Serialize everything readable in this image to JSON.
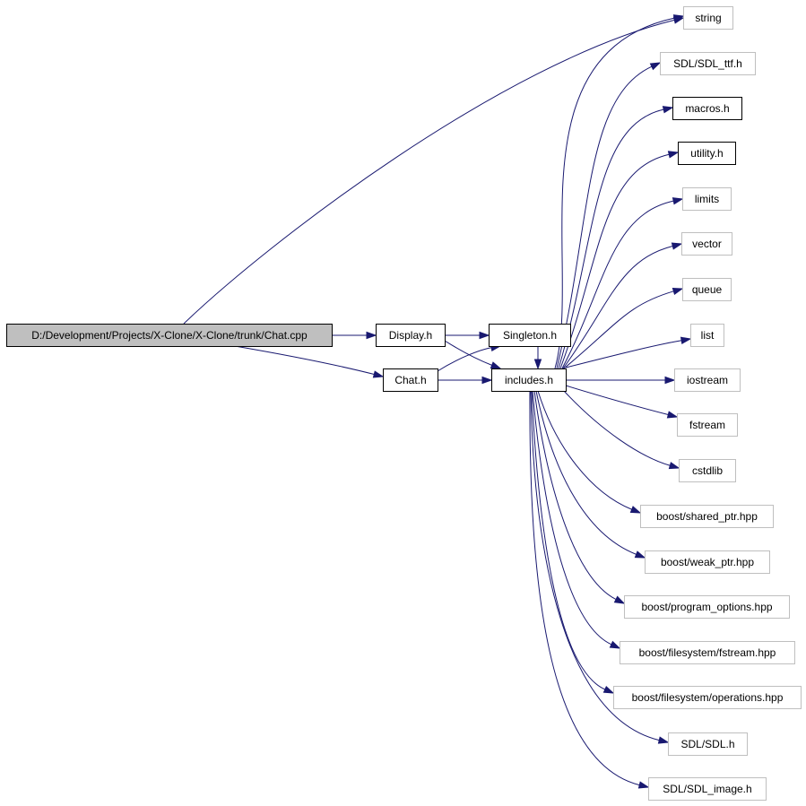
{
  "colors": {
    "edge": "#191970",
    "root_fill": "#bfbfbf",
    "documented_border": "#000000",
    "undocumented_border": "#bfbfbf",
    "text": "#000000",
    "background": "#ffffff"
  },
  "nodes": [
    {
      "id": "root",
      "label": "D:/Development/Projects/X-Clone/X-Clone/trunk/Chat.cpp",
      "kind": "root"
    },
    {
      "id": "display",
      "label": "Display.h",
      "kind": "documented"
    },
    {
      "id": "chat",
      "label": "Chat.h",
      "kind": "documented"
    },
    {
      "id": "singleton",
      "label": "Singleton.h",
      "kind": "documented"
    },
    {
      "id": "includes",
      "label": "includes.h",
      "kind": "documented"
    },
    {
      "id": "string",
      "label": "string",
      "kind": "external"
    },
    {
      "id": "sdl_ttf",
      "label": "SDL/SDL_ttf.h",
      "kind": "external"
    },
    {
      "id": "macros",
      "label": "macros.h",
      "kind": "documented"
    },
    {
      "id": "utility",
      "label": "utility.h",
      "kind": "documented"
    },
    {
      "id": "limits",
      "label": "limits",
      "kind": "external"
    },
    {
      "id": "vector",
      "label": "vector",
      "kind": "external"
    },
    {
      "id": "queue",
      "label": "queue",
      "kind": "external"
    },
    {
      "id": "list",
      "label": "list",
      "kind": "external"
    },
    {
      "id": "iostream",
      "label": "iostream",
      "kind": "external"
    },
    {
      "id": "fstream",
      "label": "fstream",
      "kind": "external"
    },
    {
      "id": "cstdlib",
      "label": "cstdlib",
      "kind": "external"
    },
    {
      "id": "shared_ptr",
      "label": "boost/shared_ptr.hpp",
      "kind": "external"
    },
    {
      "id": "weak_ptr",
      "label": "boost/weak_ptr.hpp",
      "kind": "external"
    },
    {
      "id": "program_options",
      "label": "boost/program_options.hpp",
      "kind": "external"
    },
    {
      "id": "fs_fstream",
      "label": "boost/filesystem/fstream.hpp",
      "kind": "external"
    },
    {
      "id": "fs_operations",
      "label": "boost/filesystem/operations.hpp",
      "kind": "external"
    },
    {
      "id": "sdl",
      "label": "SDL/SDL.h",
      "kind": "external"
    },
    {
      "id": "sdl_image",
      "label": "SDL/SDL_image.h",
      "kind": "external"
    }
  ],
  "edges": [
    {
      "from": "root",
      "to": "string"
    },
    {
      "from": "root",
      "to": "display"
    },
    {
      "from": "root",
      "to": "chat"
    },
    {
      "from": "display",
      "to": "singleton"
    },
    {
      "from": "display",
      "to": "includes"
    },
    {
      "from": "chat",
      "to": "singleton"
    },
    {
      "from": "chat",
      "to": "includes"
    },
    {
      "from": "singleton",
      "to": "includes"
    },
    {
      "from": "includes",
      "to": "string"
    },
    {
      "from": "includes",
      "to": "sdl_ttf"
    },
    {
      "from": "includes",
      "to": "macros"
    },
    {
      "from": "includes",
      "to": "utility"
    },
    {
      "from": "includes",
      "to": "limits"
    },
    {
      "from": "includes",
      "to": "vector"
    },
    {
      "from": "includes",
      "to": "queue"
    },
    {
      "from": "includes",
      "to": "list"
    },
    {
      "from": "includes",
      "to": "iostream"
    },
    {
      "from": "includes",
      "to": "fstream"
    },
    {
      "from": "includes",
      "to": "cstdlib"
    },
    {
      "from": "includes",
      "to": "shared_ptr"
    },
    {
      "from": "includes",
      "to": "weak_ptr"
    },
    {
      "from": "includes",
      "to": "program_options"
    },
    {
      "from": "includes",
      "to": "fs_fstream"
    },
    {
      "from": "includes",
      "to": "fs_operations"
    },
    {
      "from": "includes",
      "to": "sdl"
    },
    {
      "from": "includes",
      "to": "sdl_image"
    }
  ]
}
